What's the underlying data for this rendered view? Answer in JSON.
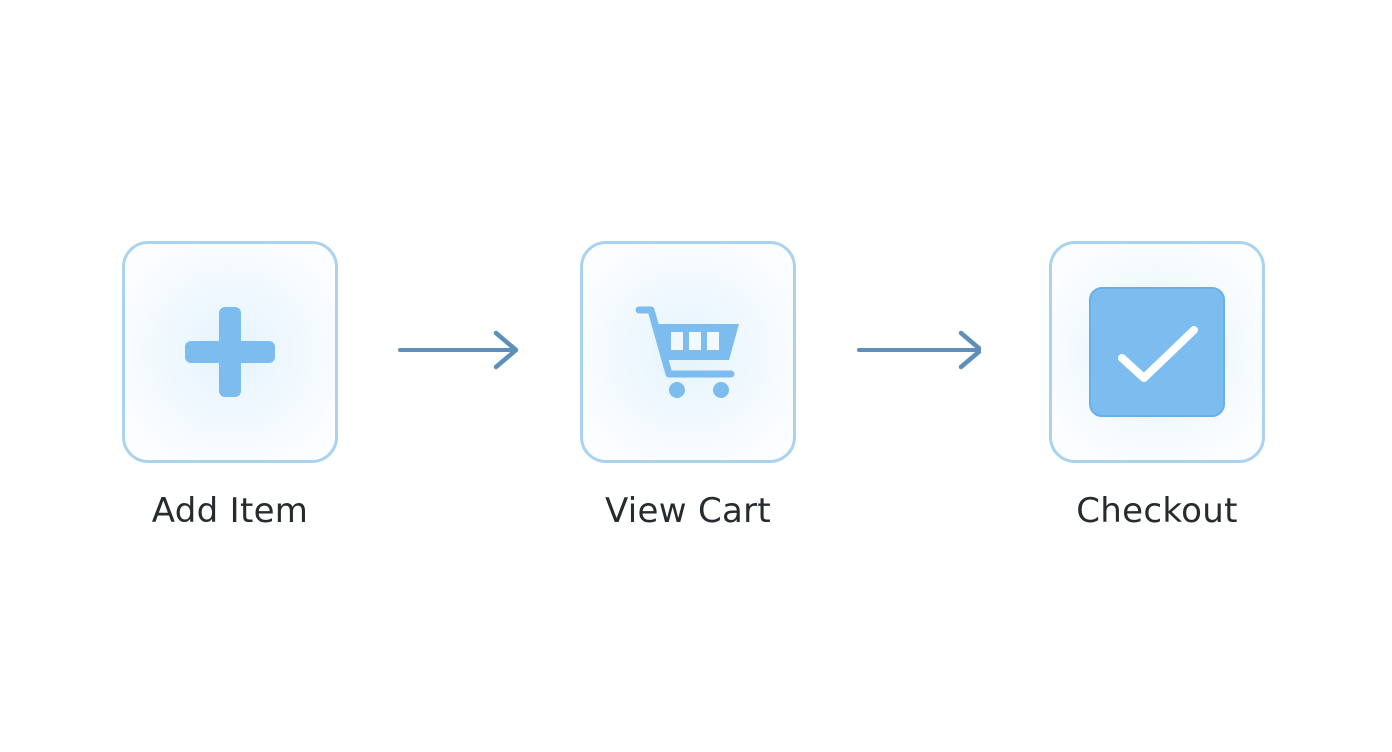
{
  "steps": [
    {
      "label": "Add Item",
      "icon": "plus-icon"
    },
    {
      "label": "View Cart",
      "icon": "shopping-cart-icon"
    },
    {
      "label": "Checkout",
      "icon": "checkmark-icon"
    }
  ],
  "colors": {
    "card_border": "#a9d3ee",
    "icon_fill": "#7dbcef",
    "arrow": "#5d8fb8",
    "label_text": "#262b30"
  }
}
